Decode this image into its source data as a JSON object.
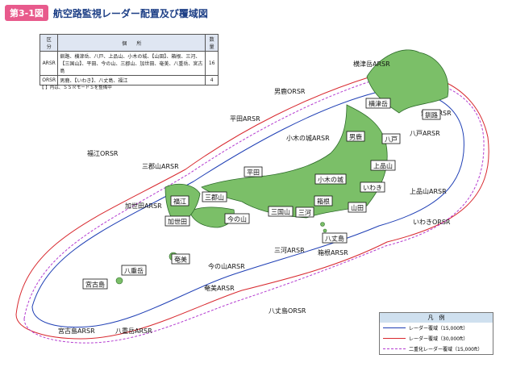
{
  "header": {
    "fig_no": "第3-1図",
    "title": "航空路監視レーダー配置及び覆域図"
  },
  "table": {
    "headers": [
      "区　分",
      "個　　所",
      "数 量"
    ],
    "rows": [
      {
        "kind": "ARSR",
        "places": "釧路、横津岳、八戸、上品山、小木の城、【山田】、箱根、三河、【三国山】、平田、今の山、三郡山、加世田、奄美、八重岳、宮古島",
        "count": "16"
      },
      {
        "kind": "ORSR",
        "places": "男鹿、【いわき】、八丈島、福江",
        "count": "4"
      }
    ],
    "note": "【 】内は、ＳＳＲモードＳを整備中"
  },
  "map_labels": [
    {
      "text": "横津岳ARSR"
    },
    {
      "text": "男鹿ORSR"
    },
    {
      "text": "釧路ARSR"
    },
    {
      "text": "平田ARSR"
    },
    {
      "text": "小木の城ARSR"
    },
    {
      "text": "八戸ARSR"
    },
    {
      "text": "福江ORSR"
    },
    {
      "text": "三郡山ARSR"
    },
    {
      "text": "上品山ARSR"
    },
    {
      "text": "加世田ARSR"
    },
    {
      "text": "いわきORSR"
    },
    {
      "text": "三河ARSR"
    },
    {
      "text": "箱根ARSR"
    },
    {
      "text": "今の山ARSR"
    },
    {
      "text": "奄美ARSR"
    },
    {
      "text": "八丈島ORSR"
    },
    {
      "text": "宮古島ARSR"
    },
    {
      "text": "八重岳ARSR"
    }
  ],
  "sites": [
    {
      "text": "横津岳"
    },
    {
      "text": "釧路"
    },
    {
      "text": "男鹿"
    },
    {
      "text": "八戸"
    },
    {
      "text": "上品山"
    },
    {
      "text": "小木の城"
    },
    {
      "text": "いわき"
    },
    {
      "text": "平田"
    },
    {
      "text": "箱根"
    },
    {
      "text": "山田"
    },
    {
      "text": "福江"
    },
    {
      "text": "三郡山"
    },
    {
      "text": "三国山"
    },
    {
      "text": "三河"
    },
    {
      "text": "今の山"
    },
    {
      "text": "加世田"
    },
    {
      "text": "八丈島"
    },
    {
      "text": "奄美"
    },
    {
      "text": "八重岳"
    },
    {
      "text": "宮古島"
    }
  ],
  "legend": {
    "title": "凡　例",
    "items": [
      {
        "label": "レーダー覆域（15,000ft）",
        "color": "#1f3fb5",
        "style": "solid"
      },
      {
        "label": "レーダー覆域（30,000ft）",
        "color": "#d8292f",
        "style": "solid"
      },
      {
        "label": "二重化レーダー覆域（15,000ft）",
        "color": "#b43bd0",
        "style": "dashed"
      }
    ]
  },
  "colors": {
    "land": "#7bbf68",
    "coast": "#2d6b2a",
    "blue": "#1f3fb5",
    "red": "#d8292f",
    "purple": "#b43bd0"
  }
}
